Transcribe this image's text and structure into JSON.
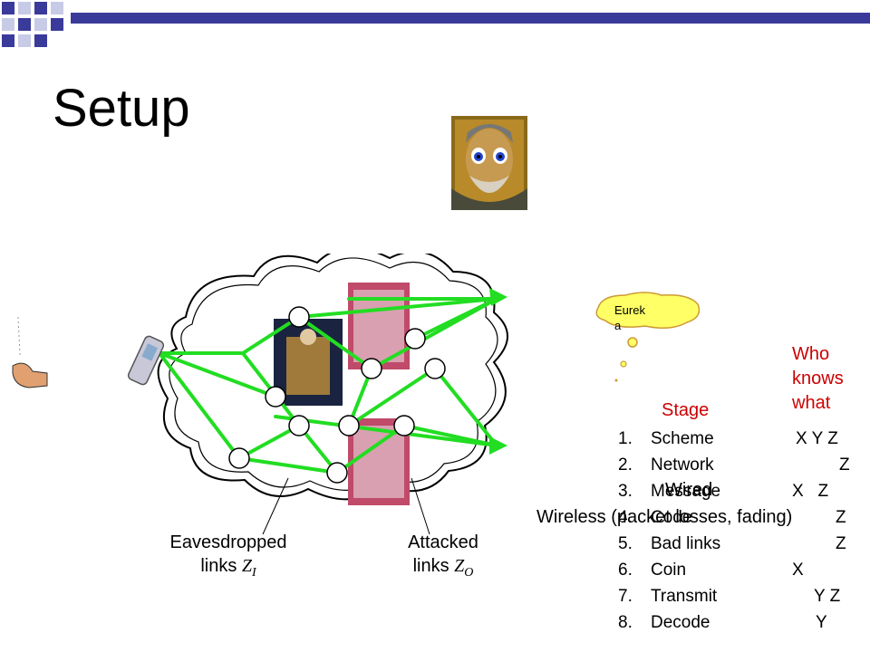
{
  "slide": {
    "title": "Setup"
  },
  "labels": {
    "eavesdropped_line1": "Eavesdropped",
    "eavesdropped_line2": "links",
    "eavesdropped_var": "Z",
    "eavesdropped_sub": "I",
    "attacked_line1": "Attacked",
    "attacked_line2": "links",
    "attacked_var": "Z",
    "attacked_sub": "O",
    "thought_line1": "Eurek",
    "thought_line2": "a",
    "who_knows": "Who knows what",
    "stage": "Stage",
    "wired": "Wired",
    "wireless": "Wireless (packet losses, fading)"
  },
  "stages": [
    {
      "num": "1.",
      "name": "Scheme",
      "marks": "X Y Z"
    },
    {
      "num": "2.",
      "name": "Network",
      "marks": "Z"
    },
    {
      "num": "3.",
      "name": "Message",
      "marks": "X   Z"
    },
    {
      "num": "4.",
      "name": "Code",
      "marks": "Z"
    },
    {
      "num": "5.",
      "name": "Bad links",
      "marks": "Z"
    },
    {
      "num": "6.",
      "name": "Coin",
      "marks": "X"
    },
    {
      "num": "7.",
      "name": "Transmit",
      "marks": "Y Z"
    },
    {
      "num": "8.",
      "name": "Decode",
      "marks": "Y"
    }
  ],
  "colors": {
    "accent_red": "#cc0000",
    "network_green": "#22dd22",
    "bar_blue": "#3a3a9a"
  },
  "icons": [
    "corner-squares-icon",
    "portrait-icon",
    "phone-icon",
    "hand-icon",
    "king-icon",
    "attacker-image-icon",
    "thought-cloud-icon"
  ]
}
